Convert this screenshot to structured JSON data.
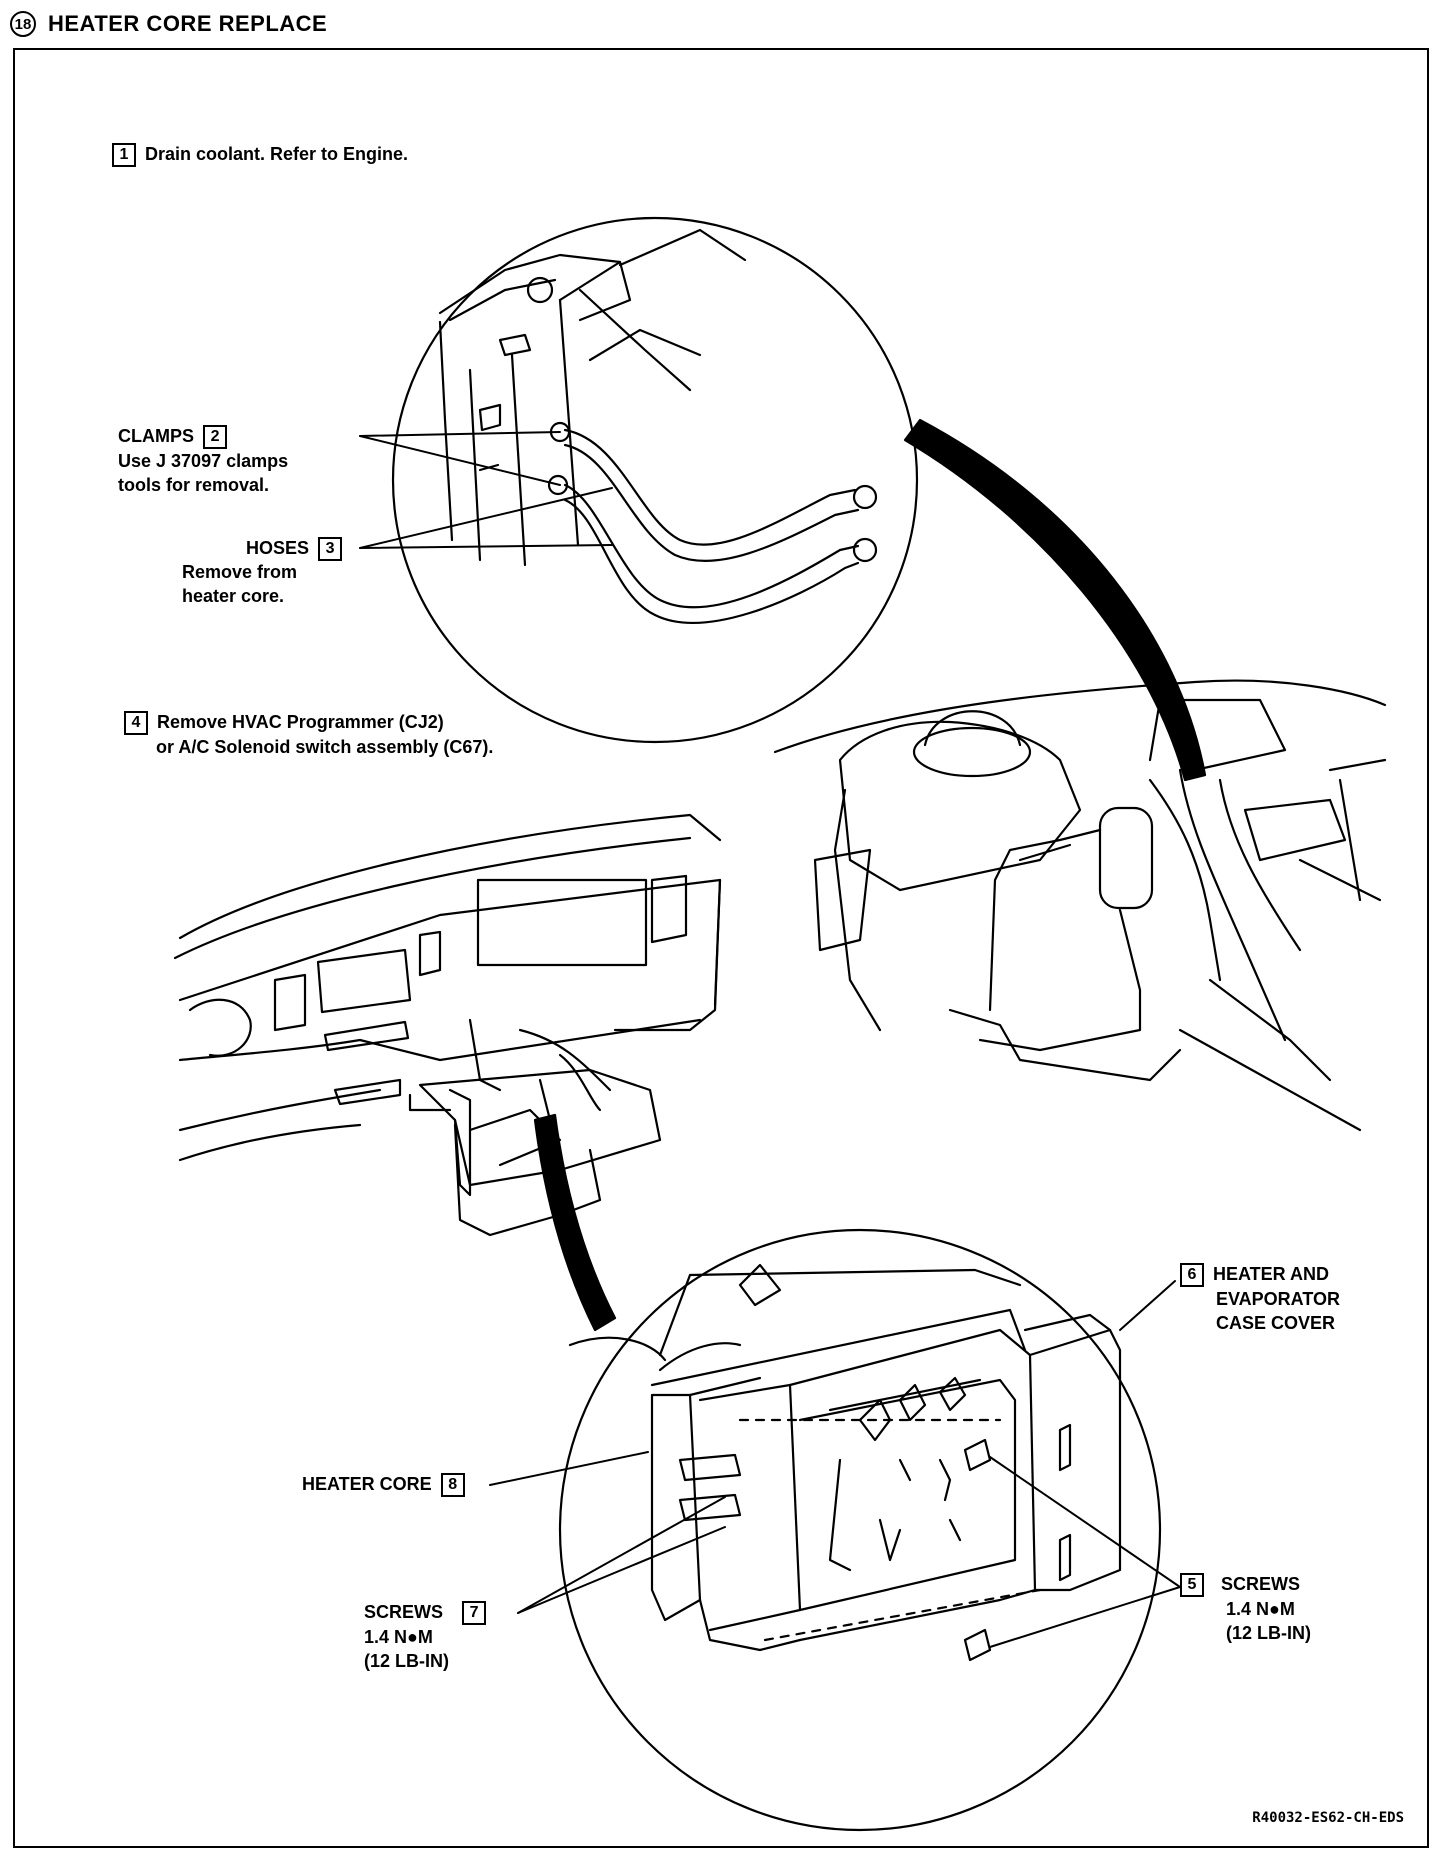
{
  "header": {
    "step_number": "18",
    "title": "HEATER CORE REPLACE"
  },
  "steps": [
    {
      "num": "1",
      "text": "Drain coolant.   Refer to Engine."
    },
    {
      "num": "4",
      "line1": "Remove HVAC Programmer (CJ2)",
      "line2": "or A/C Solenoid switch assembly  (C67)."
    }
  ],
  "callouts": {
    "clamps": {
      "num": "2",
      "name": "CLAMPS",
      "line2": "Use J 37097 clamps",
      "line3": "tools for removal."
    },
    "hoses": {
      "num": "3",
      "name": "HOSES",
      "line2": "Remove from",
      "line3": "heater core."
    },
    "screws_right": {
      "num": "5",
      "name": "SCREWS",
      "line2": "1.4 N●M",
      "line3": "(12 LB-IN)"
    },
    "case_cover": {
      "num": "6",
      "name": "HEATER AND",
      "line2": "EVAPORATOR",
      "line3": "CASE COVER"
    },
    "screws_left": {
      "num": "7",
      "name": "SCREWS",
      "line2": "1.4 N●M",
      "line3": "(12 LB-IN)"
    },
    "heater_core": {
      "num": "8",
      "name": "HEATER CORE"
    }
  },
  "figure_code": "R40032-ES62-CH-EDS"
}
